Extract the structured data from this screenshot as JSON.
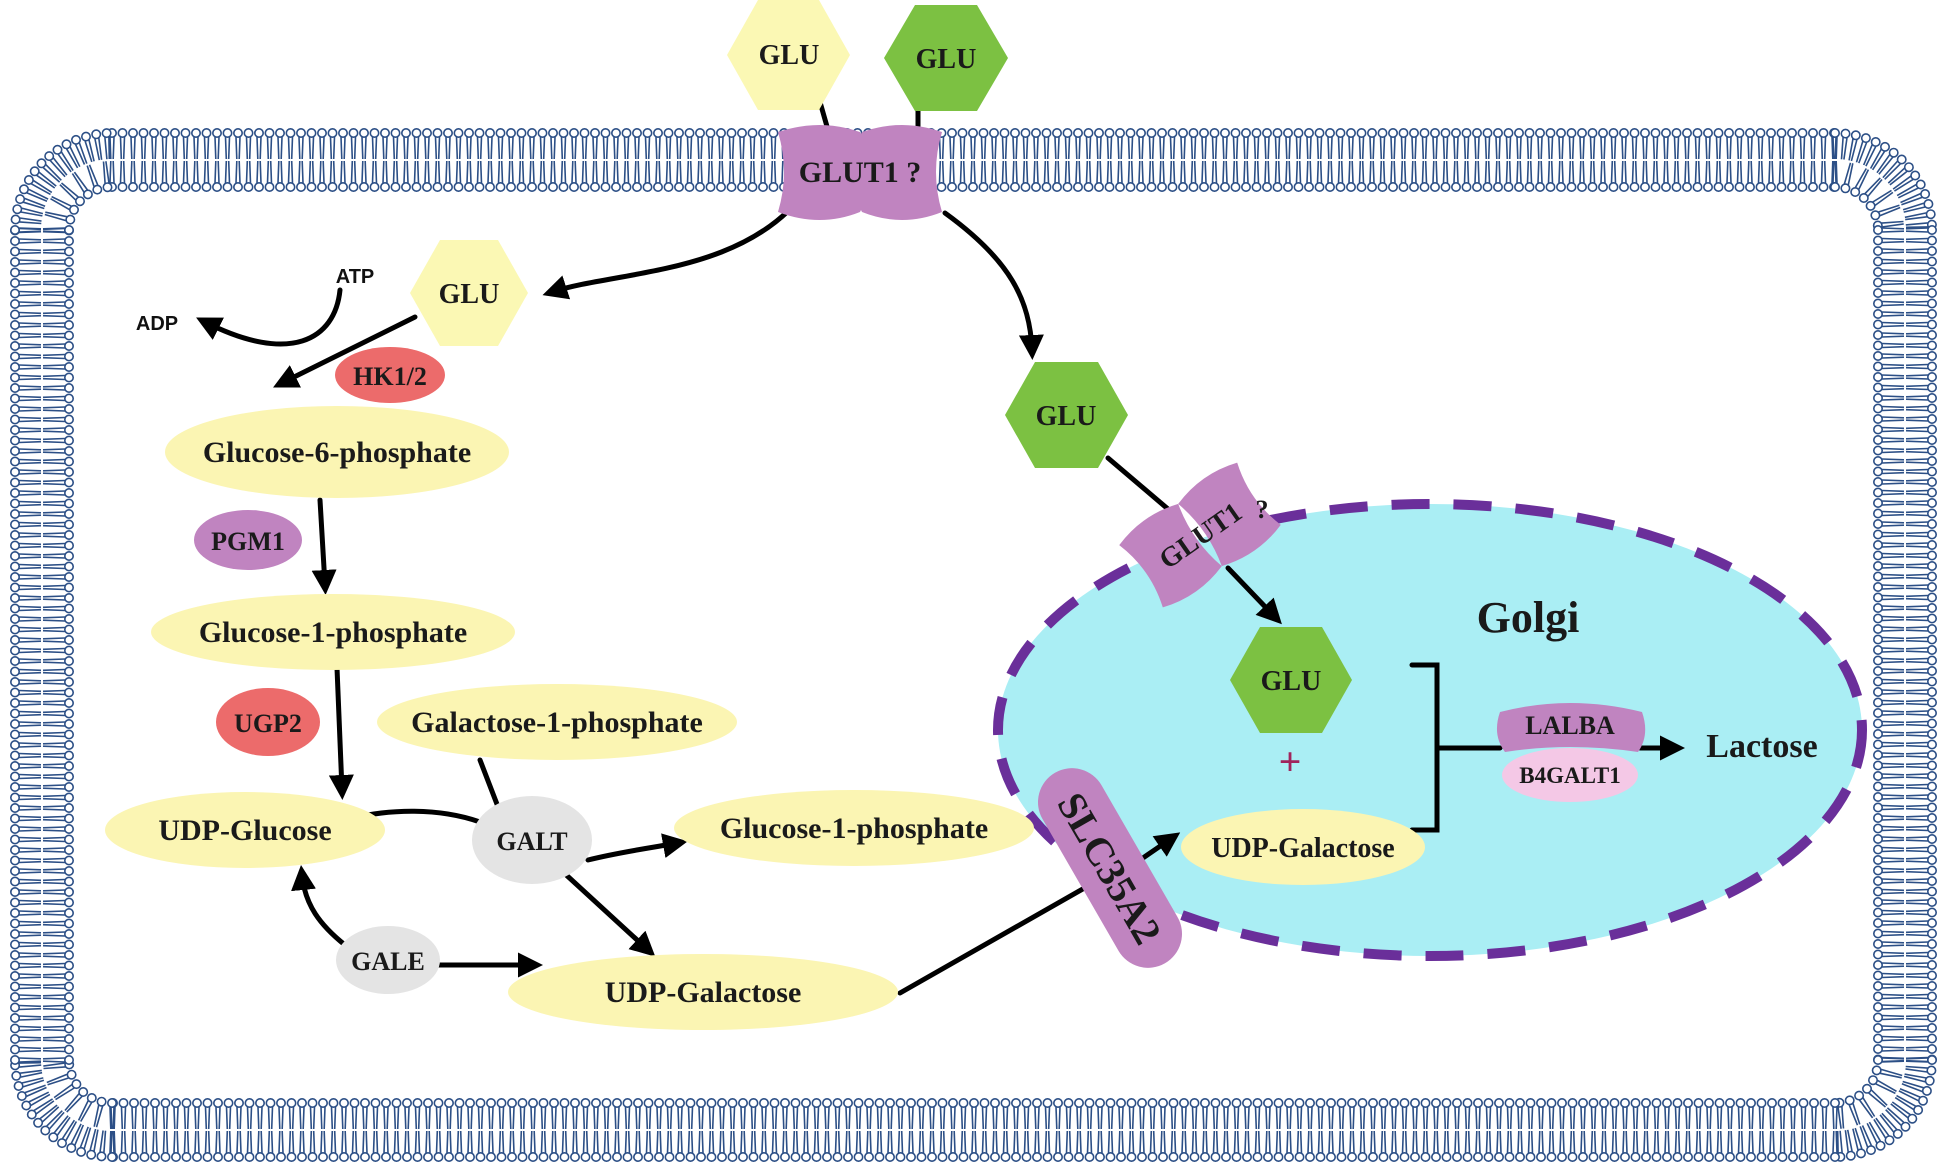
{
  "colors": {
    "membrane": "#2c4f86",
    "glu_yellow": "#fbf8b4",
    "glu_green": "#7cc142",
    "metabolite": "#fbf5b3",
    "transporter": "#c084c0",
    "enzyme_red": "#ec6b6b",
    "enzyme_purple": "#c084c0",
    "enzyme_gray": "#e4e4e4",
    "golgi_fill": "#aaeef4",
    "golgi_border": "#6a2f9a",
    "b4galt1": "#f4c8e6",
    "plus": "#a0245c"
  },
  "labels": {
    "glu_ext_yellow": "GLU",
    "glu_ext_green": "GLU",
    "glut1_membrane": "GLUT1 ?",
    "glu_cyto_yellow": "GLU",
    "atp": "ATP",
    "adp": "ADP",
    "hk": "HK1/2",
    "g6p": "Glucose-6-phosphate",
    "pgm1": "PGM1",
    "g1p": "Glucose-1-phosphate",
    "ugp2": "UGP2",
    "gal1p": "Galactose-1-phosphate",
    "udp_glucose": "UDP-Glucose",
    "galt": "GALT",
    "g1p_2": "Glucose-1-phosphate",
    "gale": "GALE",
    "udp_galactose": "UDP-Galactose",
    "glu_cyto_green": "GLU",
    "glut1_golgi": "GLUT1",
    "glut1_golgi_q": "?",
    "golgi": "Golgi",
    "glu_golgi": "GLU",
    "plus": "+",
    "udp_galactose_golgi": "UDP-Galactose",
    "slc35a2": "SLC35A2",
    "lalba": "LALBA",
    "b4galt1": "B4GALT1",
    "lactose": "Lactose"
  }
}
